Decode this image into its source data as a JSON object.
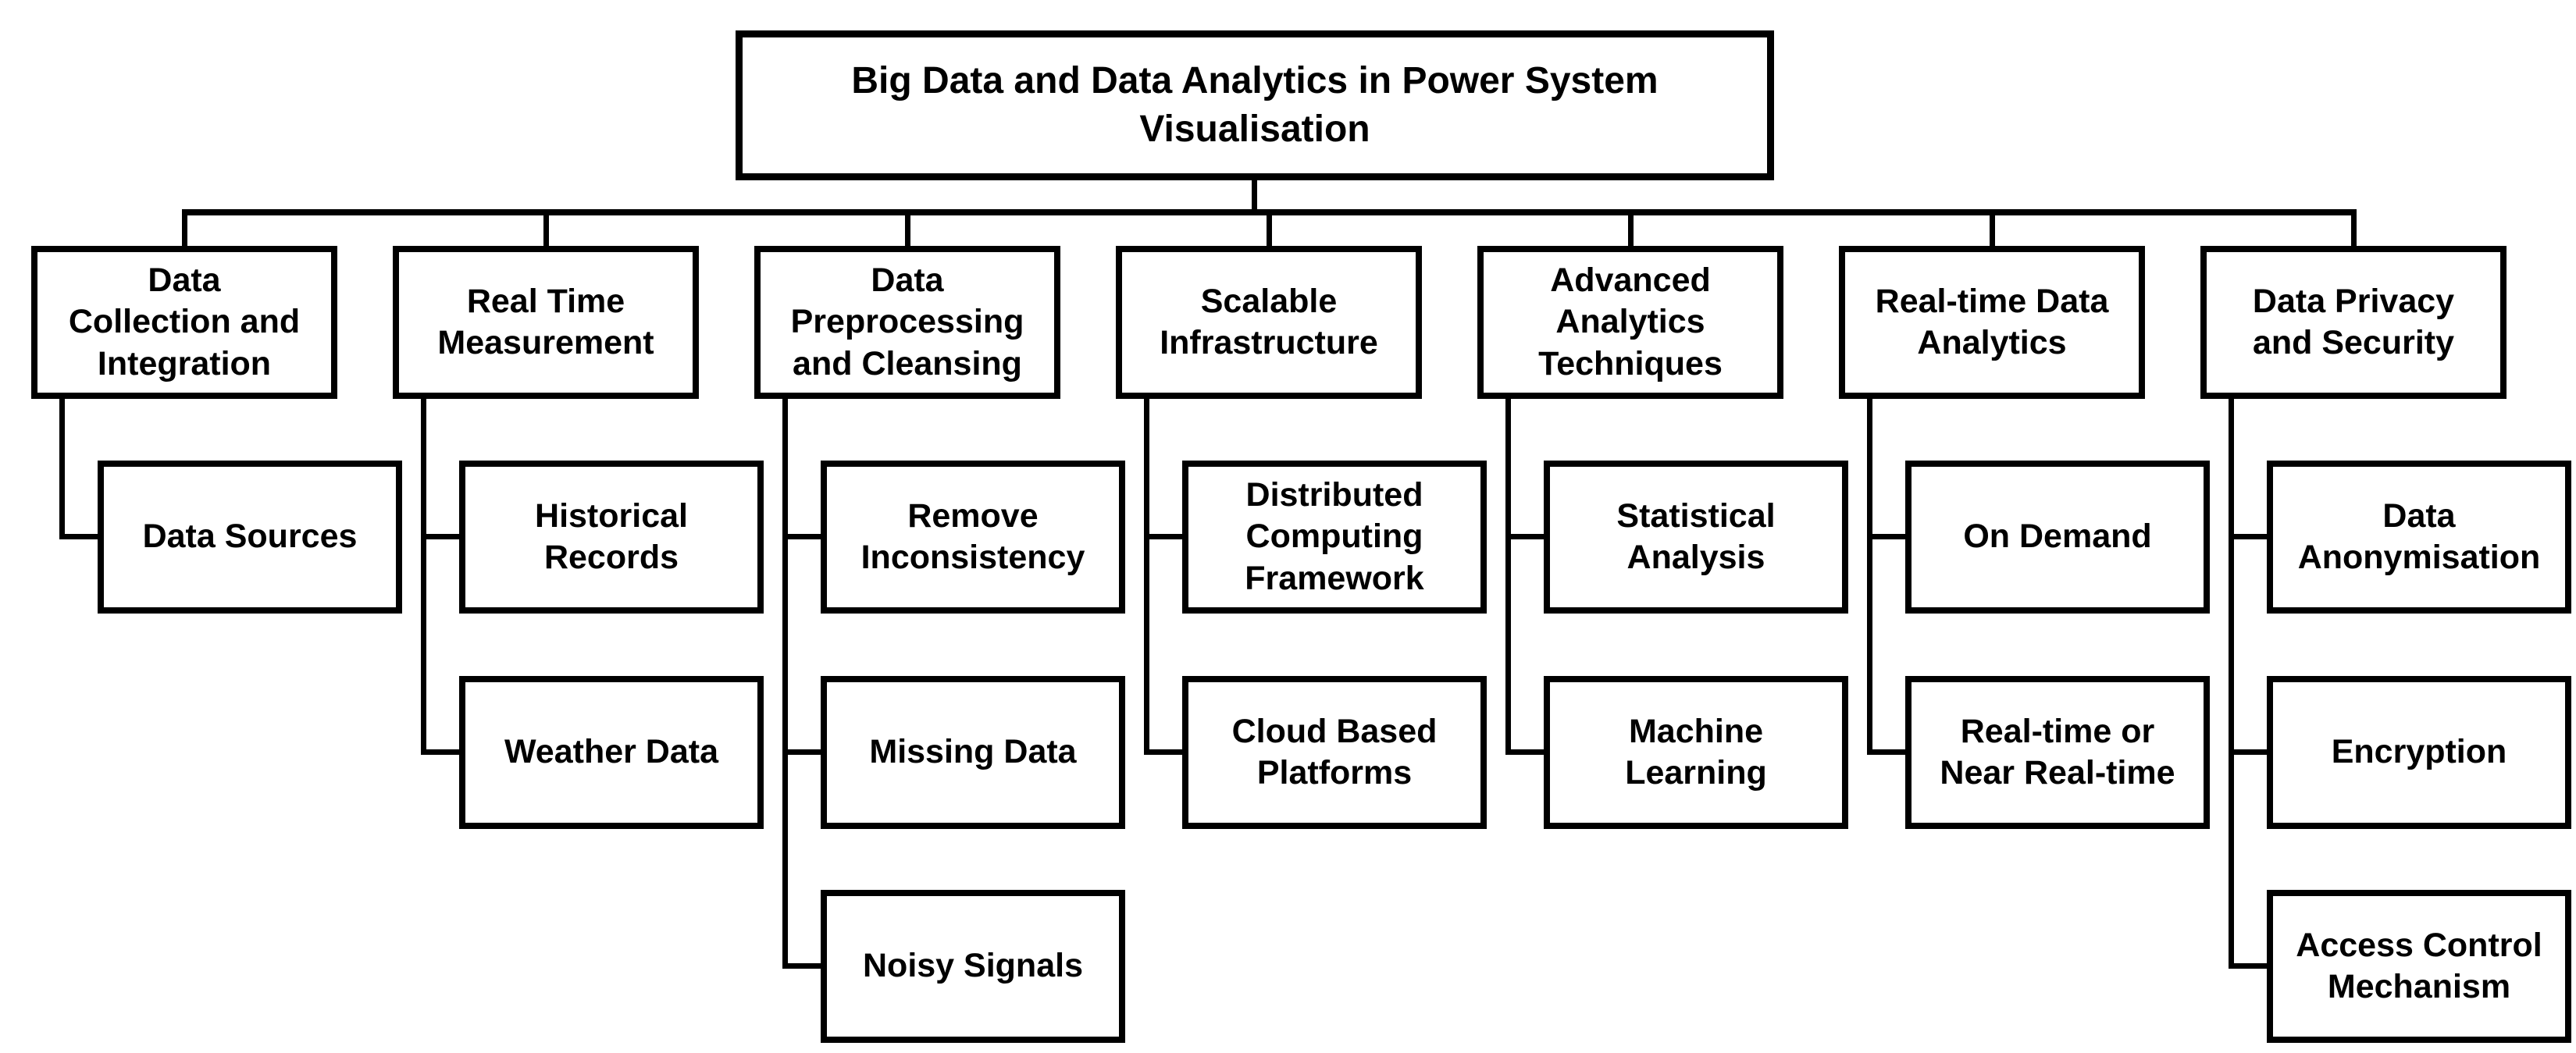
{
  "diagram": {
    "type": "hierarchy-tree",
    "colors": {
      "line": "#000000",
      "box_background": "#ffffff",
      "text": "#000000",
      "page_background": "#ffffff"
    },
    "root": {
      "label": "Big Data and Data Analytics in Power System\nVisualisation"
    },
    "branches": [
      {
        "label": "Data\nCollection and\nIntegration",
        "children": [
          {
            "label": "Data Sources"
          }
        ]
      },
      {
        "label": "Real Time\nMeasurement",
        "children": [
          {
            "label": "Historical\nRecords"
          },
          {
            "label": "Weather Data"
          }
        ]
      },
      {
        "label": "Data\nPreprocessing\nand Cleansing",
        "children": [
          {
            "label": "Remove\nInconsistency"
          },
          {
            "label": "Missing Data"
          },
          {
            "label": "Noisy Signals"
          }
        ]
      },
      {
        "label": "Scalable\nInfrastructure",
        "children": [
          {
            "label": "Distributed\nComputing\nFramework"
          },
          {
            "label": "Cloud Based\nPlatforms"
          }
        ]
      },
      {
        "label": "Advanced\nAnalytics\nTechniques",
        "children": [
          {
            "label": "Statistical\nAnalysis"
          },
          {
            "label": "Machine\nLearning"
          }
        ]
      },
      {
        "label": "Real-time Data\nAnalytics",
        "children": [
          {
            "label": "On Demand"
          },
          {
            "label": "Real-time or\nNear Real-time"
          }
        ]
      },
      {
        "label": "Data Privacy\nand Security",
        "children": [
          {
            "label": "Data\nAnonymisation"
          },
          {
            "label": "Encryption"
          },
          {
            "label": "Access Control\nMechanism"
          }
        ]
      }
    ]
  }
}
